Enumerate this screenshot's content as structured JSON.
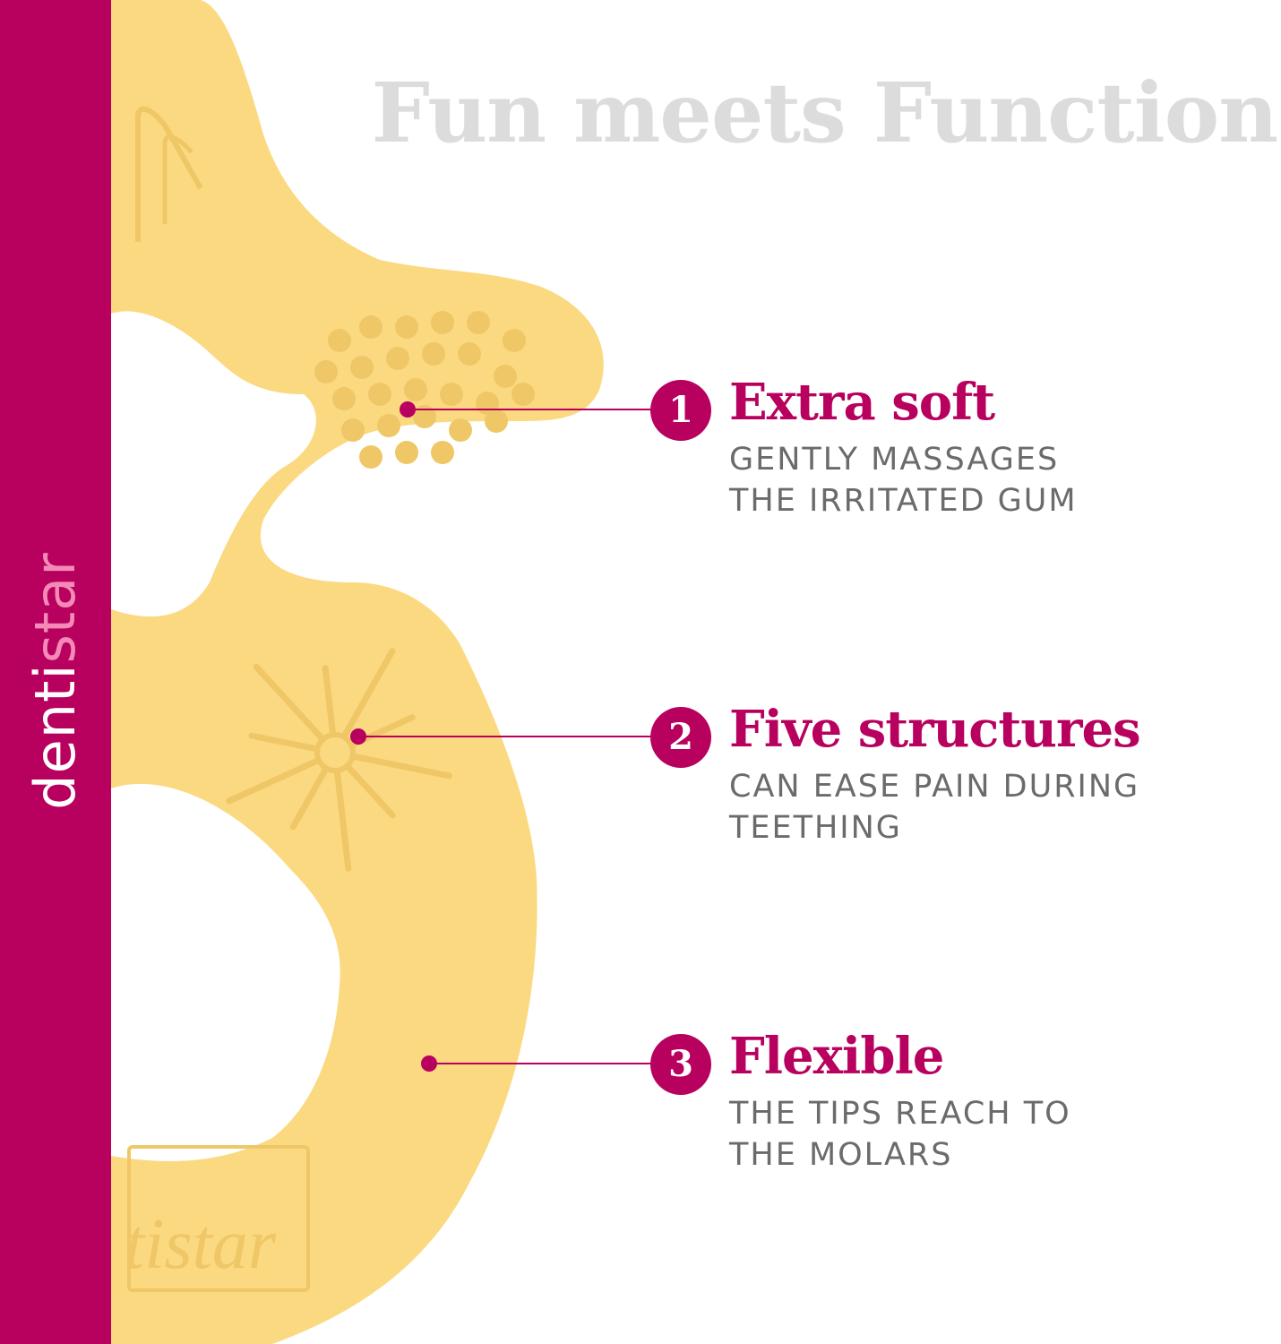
{
  "colors": {
    "brand": "#b8005f",
    "brand_light": "#f48ab8",
    "teether": "#fbd981",
    "teether_shade": "#efc767",
    "headline": "#dcdcdc",
    "description": "#6b6b6b"
  },
  "brand": {
    "name_part_a": "denti",
    "name_part_b": "star",
    "product_imprint": "tistar"
  },
  "headline": "Fun meets Function",
  "features": [
    {
      "number": "1",
      "title": "Extra soft",
      "description_lines": [
        "GENTLY MASSAGES",
        "THE IRRITATED GUM"
      ]
    },
    {
      "number": "2",
      "title": "Five structures",
      "description_lines": [
        "CAN EASE PAIN DURING",
        "TEETHING"
      ]
    },
    {
      "number": "3",
      "title": "Flexible",
      "description_lines": [
        "THE TIPS REACH TO",
        "THE MOLARS"
      ]
    }
  ]
}
